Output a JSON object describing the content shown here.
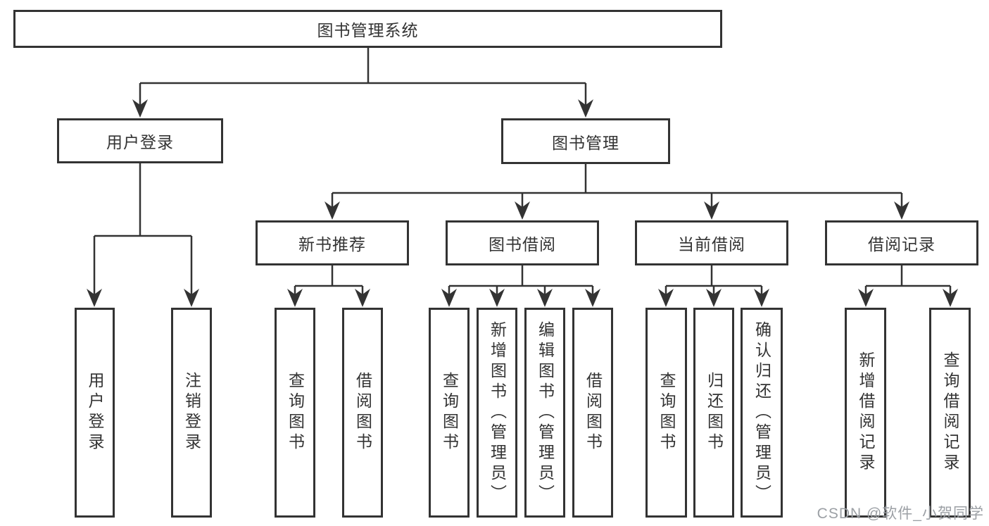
{
  "diagram": {
    "title": "图书管理系统",
    "root": {
      "label": "图书管理系统"
    },
    "branches": [
      {
        "label": "用户登录",
        "children": [
          {
            "label": "用户登录"
          },
          {
            "label": "注销登录"
          }
        ]
      },
      {
        "label": "图书管理",
        "children": [
          {
            "label": "新书推荐",
            "children": [
              {
                "label": "查询图书"
              },
              {
                "label": "借阅图书"
              }
            ]
          },
          {
            "label": "图书借阅",
            "children": [
              {
                "label": "查询图书"
              },
              {
                "label": "新增图书（管理员）"
              },
              {
                "label": "编辑图书（管理员）"
              },
              {
                "label": "借阅图书"
              }
            ]
          },
          {
            "label": "当前借阅",
            "children": [
              {
                "label": "查询图书"
              },
              {
                "label": "归还图书"
              },
              {
                "label": "确认归还（管理员）"
              }
            ]
          },
          {
            "label": "借阅记录",
            "children": [
              {
                "label": "新增借阅记录"
              },
              {
                "label": "查询借阅记录"
              }
            ]
          }
        ]
      }
    ]
  },
  "watermark": {
    "text": "CSDN @软件_小贺同学"
  },
  "colors": {
    "line": "#333333",
    "box_border": "#333333",
    "text": "#333333",
    "watermark": "#9ca0a5",
    "background": "#ffffff"
  }
}
